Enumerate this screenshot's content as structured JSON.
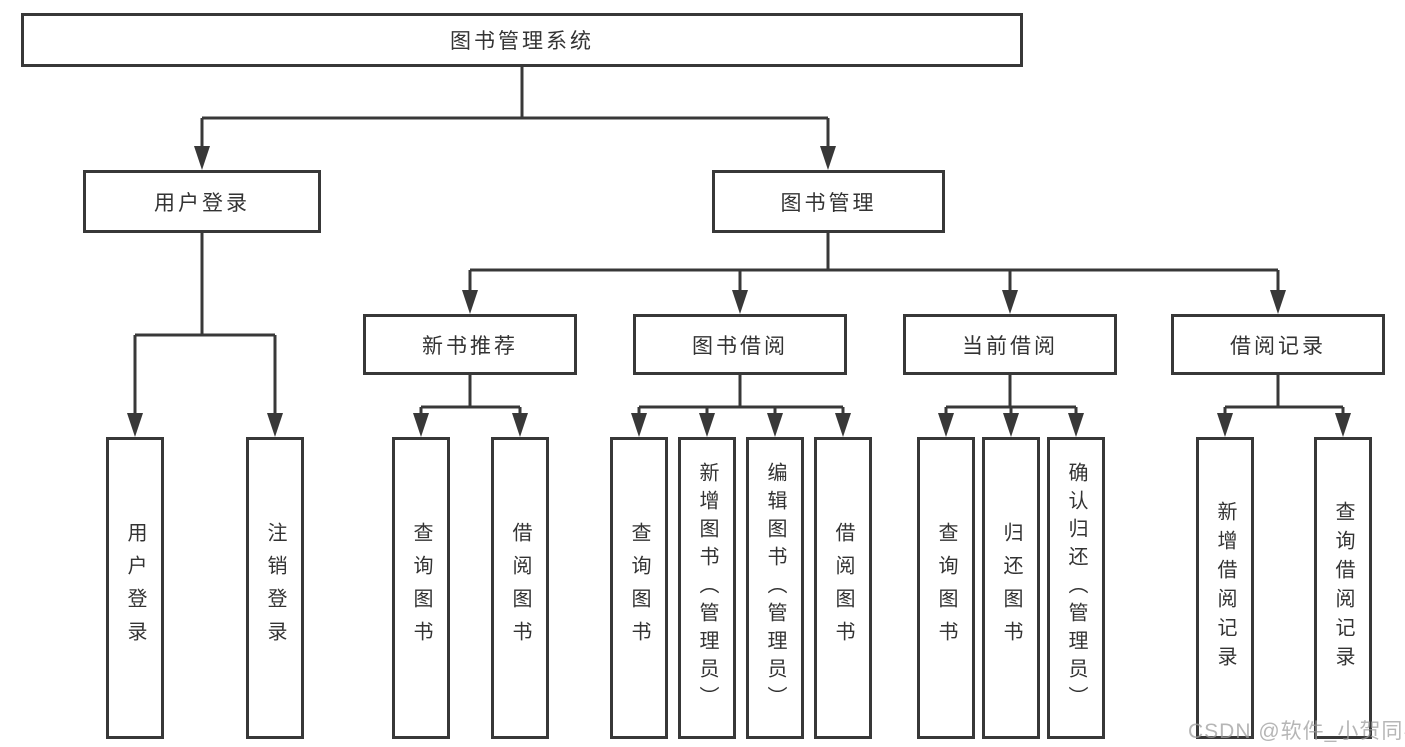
{
  "diagram": {
    "watermark": "CSDN @软件_小贺同学",
    "colors": {
      "line": "#383838",
      "box_border": "#383838",
      "text": "#333333",
      "watermark": "#9e9e9e",
      "background": "#ffffff"
    },
    "tree": {
      "root": {
        "label": "图书管理系统",
        "children": [
          {
            "label": "用户登录",
            "children": [
              {
                "label": "用户登录"
              },
              {
                "label": "注销登录"
              }
            ]
          },
          {
            "label": "图书管理",
            "children": [
              {
                "label": "新书推荐",
                "children": [
                  {
                    "label": "查询图书"
                  },
                  {
                    "label": "借阅图书"
                  }
                ]
              },
              {
                "label": "图书借阅",
                "children": [
                  {
                    "label": "查询图书"
                  },
                  {
                    "label": "新增图书（管理员）"
                  },
                  {
                    "label": "编辑图书（管理员）"
                  },
                  {
                    "label": "借阅图书"
                  }
                ]
              },
              {
                "label": "当前借阅",
                "children": [
                  {
                    "label": "查询图书"
                  },
                  {
                    "label": "归还图书"
                  },
                  {
                    "label": "确认归还（管理员）"
                  }
                ]
              },
              {
                "label": "借阅记录",
                "children": [
                  {
                    "label": "新增借阅记录"
                  },
                  {
                    "label": "查询借阅记录"
                  }
                ]
              }
            ]
          }
        ]
      }
    }
  }
}
